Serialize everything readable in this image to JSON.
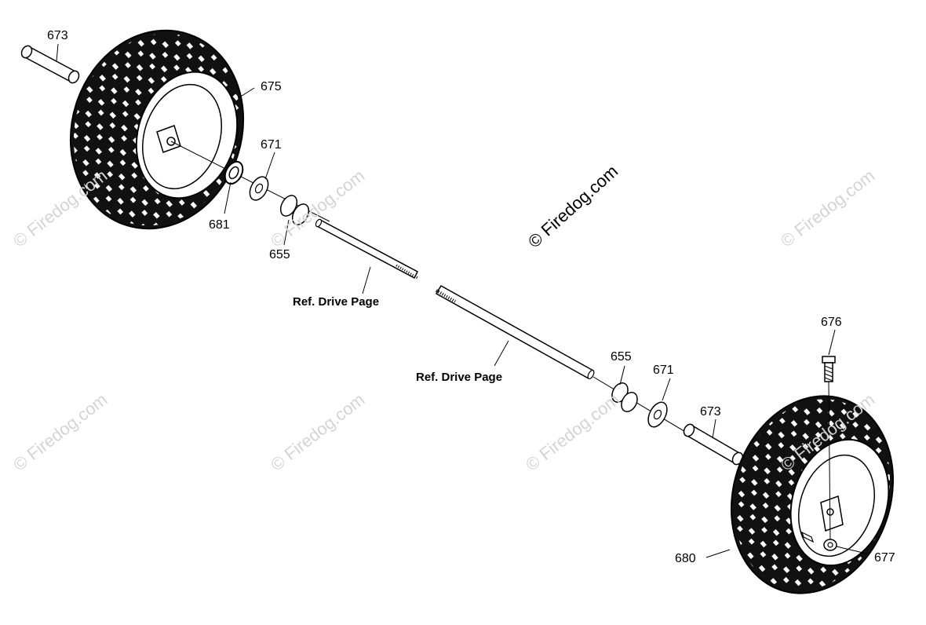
{
  "callouts": {
    "axle_spacer_left": "673",
    "wheel_left": "675",
    "washer_left": "671",
    "wheel_bearing_left": "681",
    "bushing_left": "655",
    "bolt": "676",
    "bushing_right": "655",
    "washer_right": "671",
    "axle_spacer_right": "673",
    "wheel_right": "680",
    "nut": "677"
  },
  "references": {
    "left_shaft": "Ref. Drive Page",
    "right_shaft": "Ref. Drive Page"
  },
  "watermark": {
    "text": "© Firedog.com",
    "center_text": "© Firedog.com"
  }
}
